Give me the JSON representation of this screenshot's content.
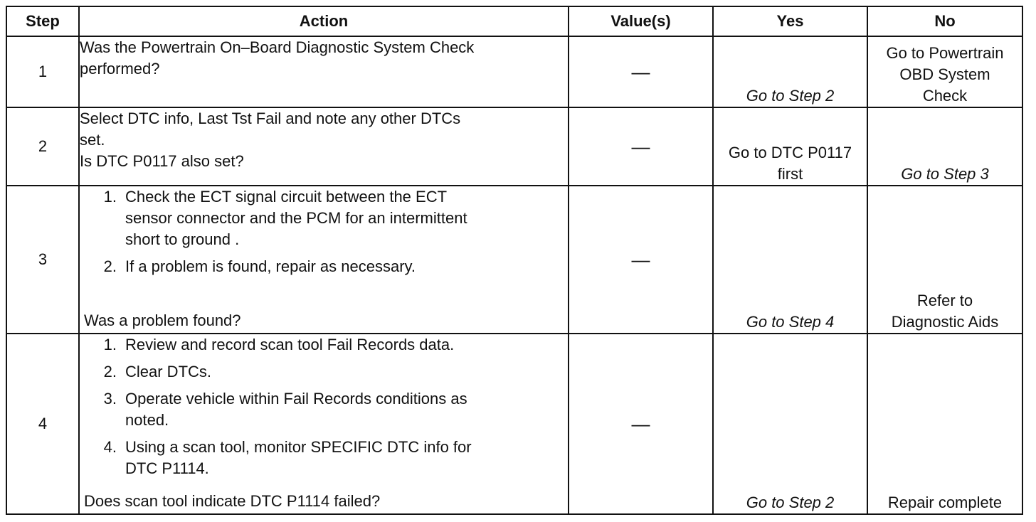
{
  "headers": {
    "step": "Step",
    "action": "Action",
    "values": "Value(s)",
    "yes": "Yes",
    "no": "No"
  },
  "rows": [
    {
      "step": "1",
      "action_lines": [
        "Was the Powertrain On–Board Diagnostic System Check",
        "performed?"
      ],
      "value": "—",
      "yes": "Go to Step 2",
      "no_lines": [
        "Go to Powertrain",
        "OBD System",
        "Check"
      ]
    },
    {
      "step": "2",
      "action_lines": [
        "Select DTC info, Last Tst Fail and note any other DTCs",
        "set."
      ],
      "question": "Is DTC P0117 also set?",
      "value": "—",
      "yes_lines": [
        "Go to DTC P0117",
        "first"
      ],
      "no": "Go to Step 3"
    },
    {
      "step": "3",
      "substeps": [
        {
          "num": "1.",
          "lines": [
            "Check the ECT signal circuit between the ECT",
            "sensor connector and the PCM for an intermittent",
            "short to ground ."
          ]
        },
        {
          "num": "2.",
          "lines": [
            "If a problem is found, repair as necessary."
          ]
        }
      ],
      "question": "Was a problem found?",
      "value": "—",
      "yes": "Go to Step 4",
      "no_lines": [
        "Refer to",
        "Diagnostic Aids"
      ]
    },
    {
      "step": "4",
      "substeps": [
        {
          "num": "1.",
          "lines": [
            "Review and record scan tool Fail Records data."
          ]
        },
        {
          "num": "2.",
          "lines": [
            "Clear DTCs."
          ]
        },
        {
          "num": "3.",
          "lines": [
            "Operate vehicle within Fail Records conditions as",
            "noted."
          ]
        },
        {
          "num": "4.",
          "lines": [
            "Using a scan tool, monitor SPECIFIC DTC info for",
            "DTC P1114."
          ]
        }
      ],
      "question": "Does scan tool indicate DTC P1114 failed?",
      "value": "—",
      "yes": "Go to Step 2",
      "no": "Repair complete"
    }
  ]
}
